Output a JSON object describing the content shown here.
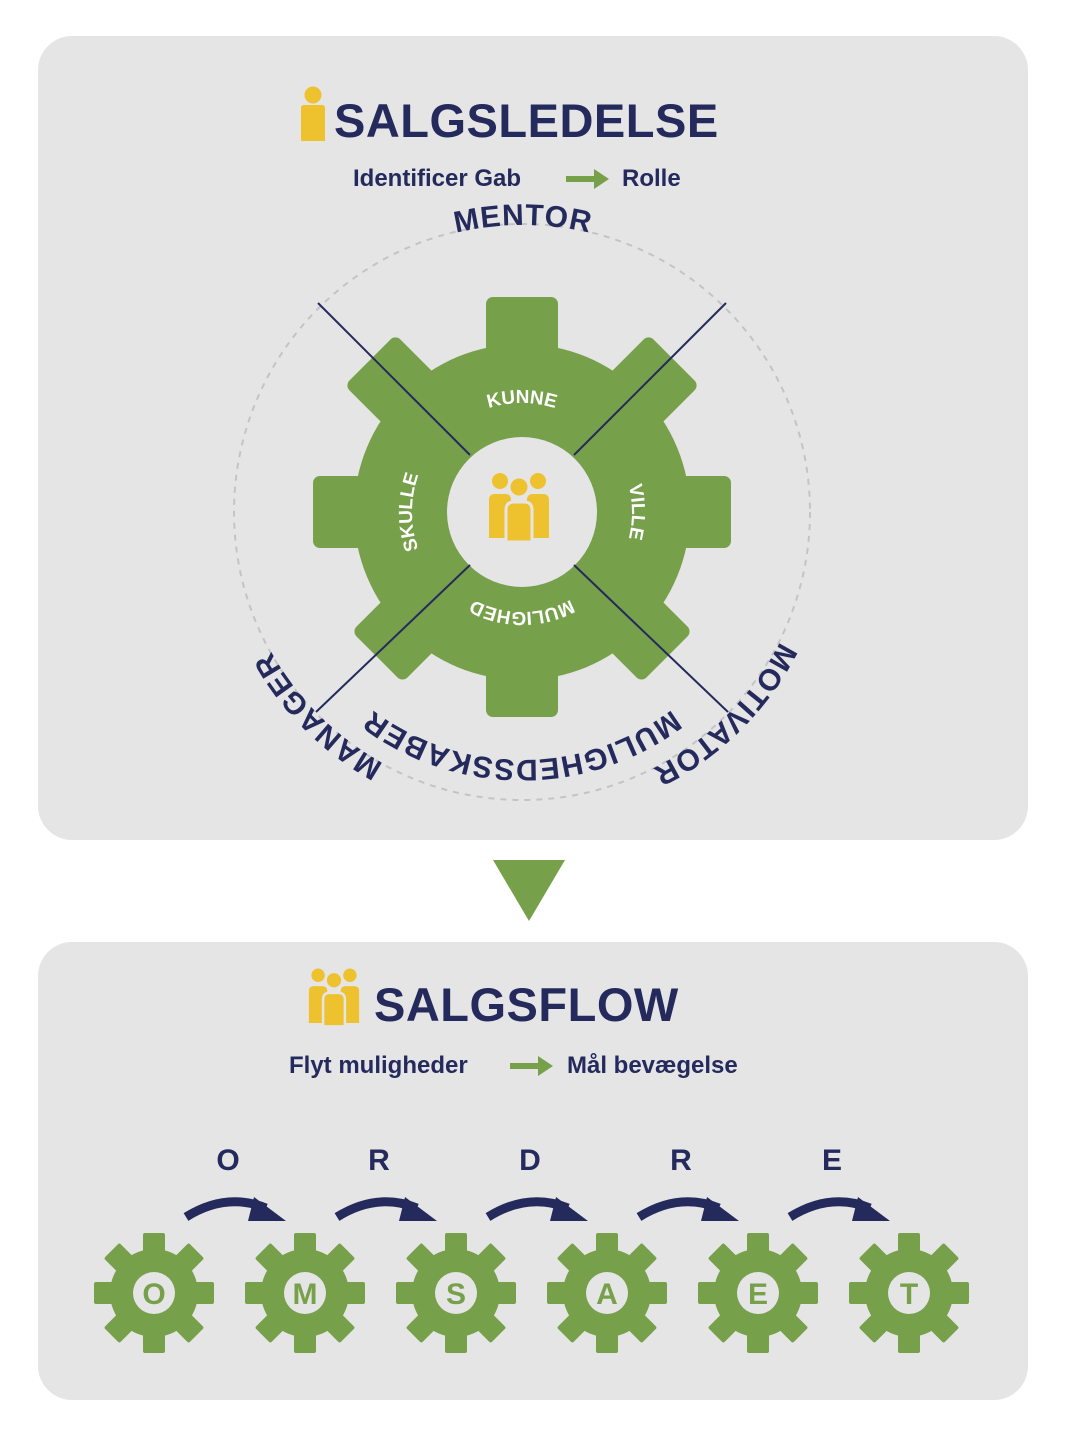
{
  "colors": {
    "navy": "#252a5c",
    "green": "#77a04b",
    "yellow": "#eec12e",
    "panel": "#e5e5e6",
    "white": "#ffffff"
  },
  "leadership": {
    "icon": "person-icon",
    "title": "SALGSLEDELSE",
    "subtitle_left": "Identificer Gab",
    "subtitle_right": "Rolle",
    "roles": {
      "top": "MENTOR",
      "right": "MOTIVATOR",
      "bottom": "MULIGHEDSSKABER",
      "left": "MANAGER"
    },
    "gear_words": {
      "top": "KUNNE",
      "right": "VILLE",
      "bottom": "MULIGHED",
      "left": "SKULLE"
    },
    "center_icon": "team-icon"
  },
  "flow": {
    "icon": "team-icon",
    "title": "SALGSFLOW",
    "subtitle_left": "Flyt muligheder",
    "subtitle_right": "Mål bevægelse",
    "arrow_letters": [
      "O",
      "R",
      "D",
      "R",
      "E"
    ],
    "gear_letters": [
      "O",
      "M",
      "S",
      "A",
      "E",
      "T"
    ]
  }
}
